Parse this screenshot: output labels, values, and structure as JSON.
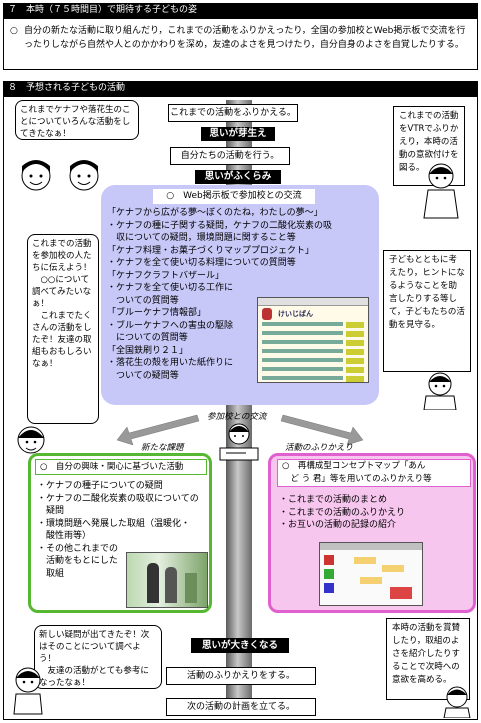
{
  "section7": {
    "header": "７　本時（７５時間目）で期待する子どもの姿",
    "marker": "○",
    "text": "自分の新たな活動に取り組んだり，これまでの活動をふりかえったり，全国の参加校とWeb掲示板で交流を行ったりしながら自然や人とのかかわりを深め，友達のよさを見つけたり，自分自身のよさを自覚したりする。"
  },
  "section8": {
    "header": "８　予想される子どもの活動"
  },
  "flow": {
    "box1": "これまでの活動をふりかえる。",
    "sprout": "思いが芽生え",
    "box2": "自分たちの活動を行う。",
    "swell": "思いがふくらみ",
    "exchange": "参加校との交流",
    "grow": "思いが大きくなる",
    "box3": "活動のふりかえりをする。",
    "box4": "次の活動の計画を立てる。"
  },
  "web_panel": {
    "title": "○　Web掲示板で参加校との交流",
    "items": [
      "「ケナフから広がる夢～ぼくのたね，わたしの夢～」",
      "・ケナフの種に子関する疑問，ケナフの二酸化炭素の吸",
      "　収についての疑問，環境問題に関すること等",
      "「ケナフ料理・お菓子づくりマッププロジェクト」",
      "・ケナフを全て使い切る料理についての質問等",
      "「ケナフクラフトバザール」",
      "・ケナフを全て使い切る工作に",
      "　ついての質問等",
      "「ブルーケナフ情報部」",
      "・ブルーケナフへの害虫の駆除",
      "　についての質問等",
      "「全国鉄刷り２１」",
      "・落花生の殻を用いた紙作りに",
      "　ついての疑問等"
    ],
    "screenshot_title": "けいじばん"
  },
  "new_task": {
    "label": "新たな課題",
    "title": "○　自分の興味・関心に基づいた活動",
    "items": [
      "・ケナフの種子についての疑問",
      "・ケナフの二酸化炭素の吸収についての",
      "　疑問",
      "・環境問題へ発展した取組（温暖化・",
      "　酸性雨等）",
      "・その他これまでの",
      "　活動をもとにした",
      "　取組"
    ]
  },
  "reflection": {
    "label": "活動のふりかえり",
    "title1": "○　再構成型コンセプトマップ「あん",
    "title2": "　ど う 君」等を用いてのふりかえり等",
    "items": [
      "・これまでの活動のまとめ",
      "・これまでの活動のふりかえり",
      "・お互いの活動の記録の紹介"
    ]
  },
  "bubbles": {
    "b1": "これまでケナフや落花生のことについていろんな活動をしてきたなぁ！",
    "b2": "これまでの活動を参加校の人たちに伝えよう！\n　○○について調べてみたいなぁ！\n　これまでたくさんの活動をしたぞ！友達の取組もおもしろいなぁ！",
    "b3": "新しい疑問が出てきたぞ！次はそのことについて調べよう！\n　友達の活動がとても参考になったなぁ！"
  },
  "notes": {
    "n1": "これまでの活動をVTRでふりかえり，本時の活動の意欲付けを図る。",
    "n2": "子どもとともに考えたり，ヒントになるようなことを助言したりする等して，子どもたちの活動を見守る。",
    "n3": "本時の活動を賞賛したり，取組のよさを紹介したりすることで次時への意欲を高める。"
  },
  "colors": {
    "web_panel": "#c8c8f8",
    "new_task_border": "#55b830",
    "reflection_bg": "#f7c6ee",
    "reflection_border": "#e060d0",
    "pipe": "#8c8c8c"
  }
}
